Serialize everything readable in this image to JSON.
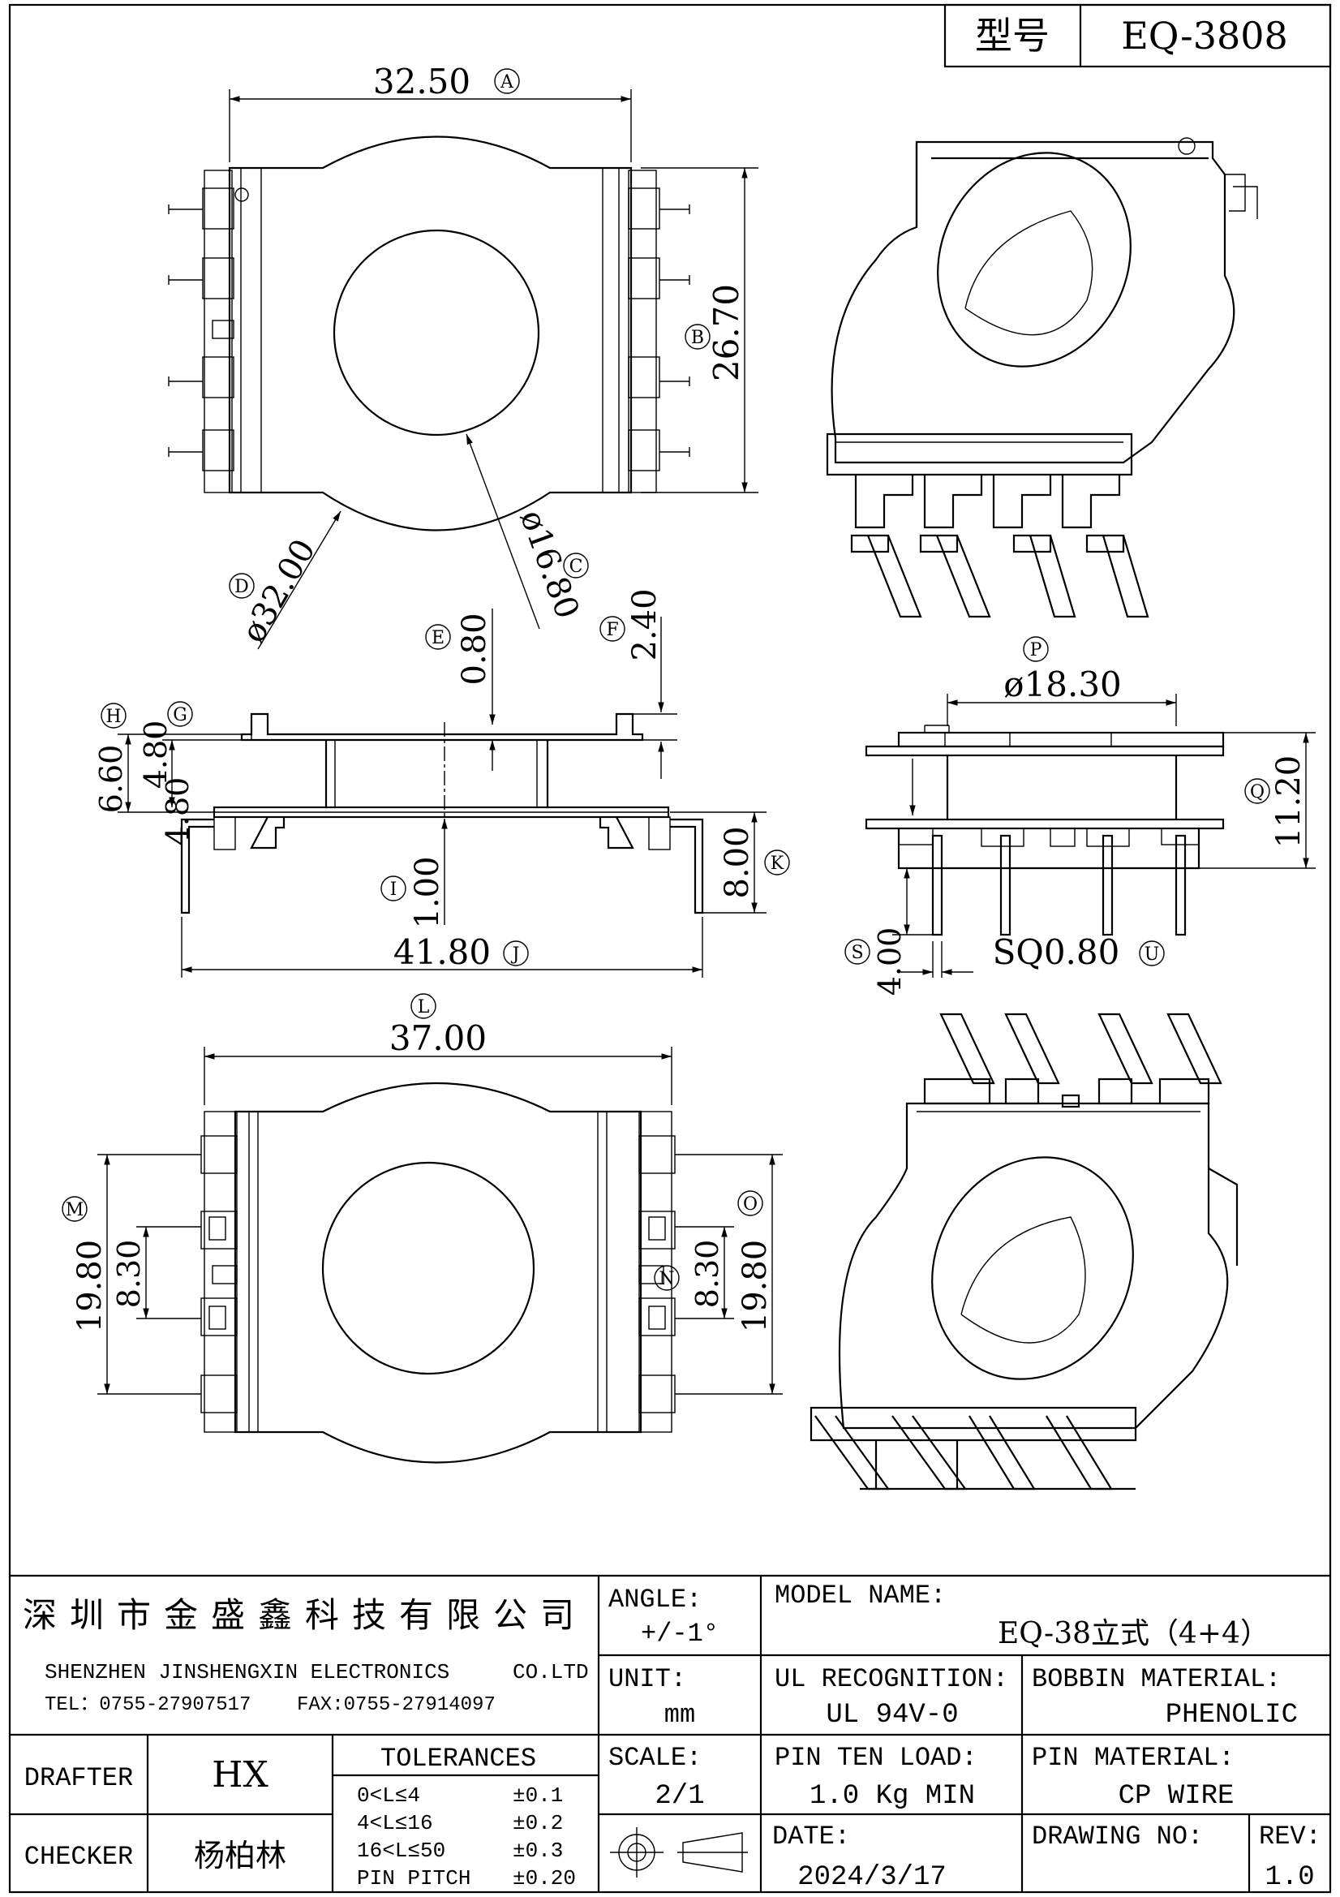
{
  "header": {
    "model_label": "型号",
    "model_value": "EQ-3808"
  },
  "dimensions": {
    "A": {
      "letter": "A",
      "value": "32.50"
    },
    "B": {
      "letter": "B",
      "value": "26.70"
    },
    "C": {
      "letter": "C",
      "value": "ø16.80"
    },
    "D": {
      "letter": "D",
      "value": "ø32.00"
    },
    "E": {
      "letter": "E",
      "value": "0.80"
    },
    "F": {
      "letter": "F",
      "value": "2.40"
    },
    "G": {
      "letter": "G",
      "value": "4.80"
    },
    "H": {
      "letter": "H",
      "value": "6.60"
    },
    "I": {
      "letter": "I",
      "value": "1.00"
    },
    "J": {
      "letter": "J",
      "value": "41.80"
    },
    "K": {
      "letter": "K",
      "value": "8.00"
    },
    "L": {
      "letter": "L",
      "value": "37.00"
    },
    "M": {
      "letter": "M",
      "value": "19.80"
    },
    "N": {
      "letter": "N",
      "value": "8.30"
    },
    "N2": {
      "value": "8.30"
    },
    "O": {
      "letter": "O",
      "value": "19.80"
    },
    "P": {
      "letter": "P",
      "value": "ø18.30"
    },
    "Q": {
      "letter": "Q",
      "value": "11.20"
    },
    "S": {
      "letter": "S",
      "value": "4.00"
    },
    "U": {
      "letter": "U",
      "value": "SQ0.80"
    }
  },
  "title_block": {
    "company_cn": "深圳市金盛鑫科技有限公司",
    "company_en": "SHENZHEN JINSHENGXIN ELECTRONICS",
    "company_en_suffix": "CO.LTD",
    "tel": "TEL：0755-27907517",
    "fax": "FAX:0755-27914097",
    "angle_label": "ANGLE:",
    "angle_value": "+/-1°",
    "model_name_label": "MODEL NAME:",
    "model_name_value": "EQ-38立式（4+4）",
    "unit_label": "UNIT:",
    "unit_value": "mm",
    "ul_label": "UL RECOGNITION:",
    "ul_value": "UL 94V-0",
    "bobbin_label": "BOBBIN MATERIAL:",
    "bobbin_value": "PHENOLIC",
    "drafter_label": "DRAFTER",
    "drafter_value": "HX",
    "checker_label": "CHECKER",
    "checker_value": "杨柏林",
    "tolerances_label": "TOLERANCES",
    "tolerances": [
      {
        "range": "0<L≤4",
        "value": "±0.1"
      },
      {
        "range": "4<L≤16",
        "value": "±0.2"
      },
      {
        "range": "16<L≤50",
        "value": "±0.3"
      },
      {
        "range": "PIN PITCH",
        "value": "±0.20"
      }
    ],
    "scale_label": "SCALE:",
    "scale_value": "2/1",
    "pin_load_label": "PIN TEN LOAD:",
    "pin_load_value": "1.0 Kg MIN",
    "pin_material_label": "PIN MATERIAL:",
    "pin_material_value": "CP WIRE",
    "date_label": "DATE:",
    "date_value": "2024/3/17",
    "drawing_no_label": "DRAWING NO:",
    "rev_label": "REV:",
    "rev_value": "1.0"
  }
}
